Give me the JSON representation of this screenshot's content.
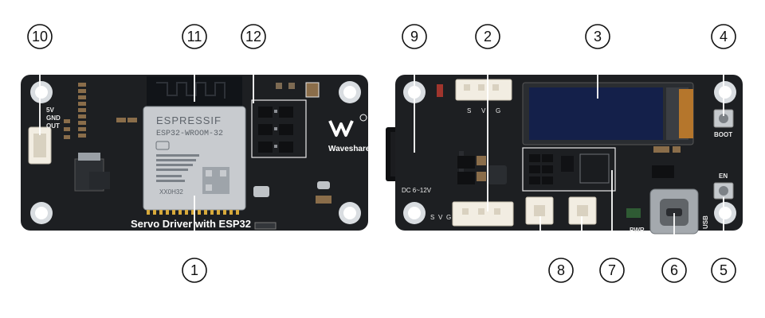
{
  "left_board": {
    "label": "Servo Driver with ESP32",
    "power_labels": [
      "5V",
      "GND",
      "OUT"
    ],
    "module": {
      "brand": "ESPRESSIF",
      "model": "ESP32-WROOM-32",
      "marking": "XX0H32"
    }
  },
  "right_board": {
    "brand": "Waveshare",
    "servo_header_labels": [
      "S",
      "V",
      "G"
    ],
    "dc_label": "DC 6~12V",
    "boot_label": "BOOT",
    "en_label": "EN",
    "pwr_label": "PWR",
    "usb_label": "USB"
  },
  "callouts": [
    "1",
    "2",
    "3",
    "4",
    "5",
    "6",
    "7",
    "8",
    "9",
    "10",
    "11",
    "12"
  ],
  "colors": {
    "pcb": "#1d1f22",
    "module_shield": "#c8cbcf",
    "oled": "#14204a",
    "header": "#f2ede2"
  }
}
